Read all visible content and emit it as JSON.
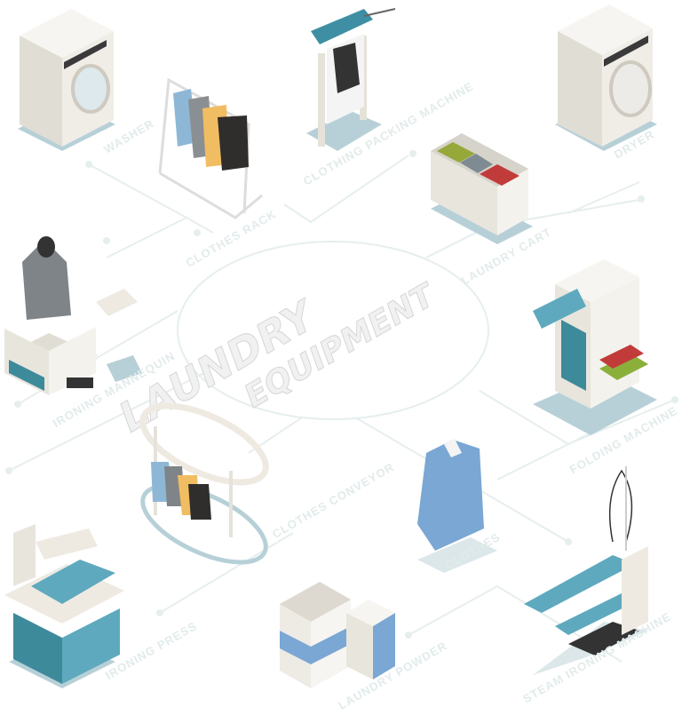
{
  "title": {
    "line1": "LAUNDRY",
    "line2": "EQUIPMENT"
  },
  "labels": {
    "washer": "WASHER",
    "clothes_rack": "CLOTHES RACK",
    "clothing_packing_machine": "CLOTHING PACKING MACHINE",
    "laundry_cart": "LAUNDRY CART",
    "dryer": "DRYER",
    "ironing_mannequin": "IRONING MANNEQUIN",
    "folding_machine": "FOLDING MACHINE",
    "clothes_conveyor": "CLOTHES CONVEYOR",
    "clothes": "CLOTHES",
    "ironing_press": "IRONING PRESS",
    "laundry_powder": "LAUNDRY POWDER",
    "steam_ironing_machine": "STEAM IRONING MACHINE"
  },
  "colors": {
    "accent": "#5ea9be",
    "teal": "#3d8a9a",
    "body": "#efece6",
    "label": "#e2ebeb"
  }
}
